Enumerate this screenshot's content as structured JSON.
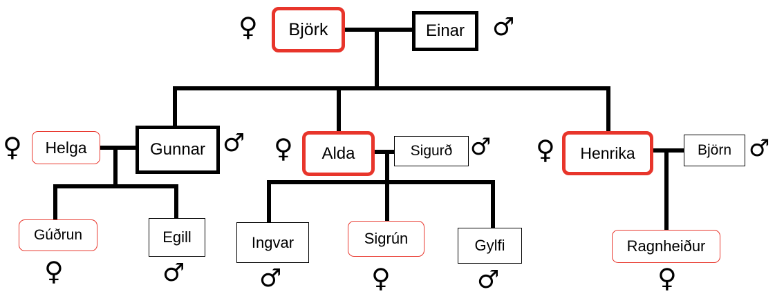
{
  "family_tree": {
    "people": {
      "bjork": {
        "name": "Björk",
        "gender": "female"
      },
      "einar": {
        "name": "Einar",
        "gender": "male"
      },
      "helga": {
        "name": "Helga",
        "gender": "female"
      },
      "gunnar": {
        "name": "Gunnar",
        "gender": "male"
      },
      "alda": {
        "name": "Alda",
        "gender": "female"
      },
      "sigurd": {
        "name": "Sigurð",
        "gender": "male"
      },
      "henrika": {
        "name": "Henrika",
        "gender": "female"
      },
      "bjorn": {
        "name": "Björn",
        "gender": "male"
      },
      "gudrun": {
        "name": "Gúðrun",
        "gender": "female"
      },
      "egill": {
        "name": "Egill",
        "gender": "male"
      },
      "ingvar": {
        "name": "Ingvar",
        "gender": "male"
      },
      "sigrun": {
        "name": "Sigrún",
        "gender": "female"
      },
      "gylfi": {
        "name": "Gylfi",
        "gender": "male"
      },
      "ragnheidur": {
        "name": "Ragnheiður",
        "gender": "female"
      }
    },
    "couples": [
      {
        "partners": [
          "bjork",
          "einar"
        ],
        "children": [
          "gunnar",
          "alda",
          "henrika"
        ]
      },
      {
        "partners": [
          "helga",
          "gunnar"
        ],
        "children": [
          "gudrun",
          "egill"
        ]
      },
      {
        "partners": [
          "alda",
          "sigurd"
        ],
        "children": [
          "ingvar",
          "sigrun",
          "gylfi"
        ]
      },
      {
        "partners": [
          "henrika",
          "bjorn"
        ],
        "children": [
          "ragnheidur"
        ]
      }
    ],
    "symbols": {
      "female": "♀",
      "male": "♂"
    },
    "colors": {
      "female_border": "#e8352b",
      "male_border": "#000000",
      "line": "#000000"
    }
  }
}
